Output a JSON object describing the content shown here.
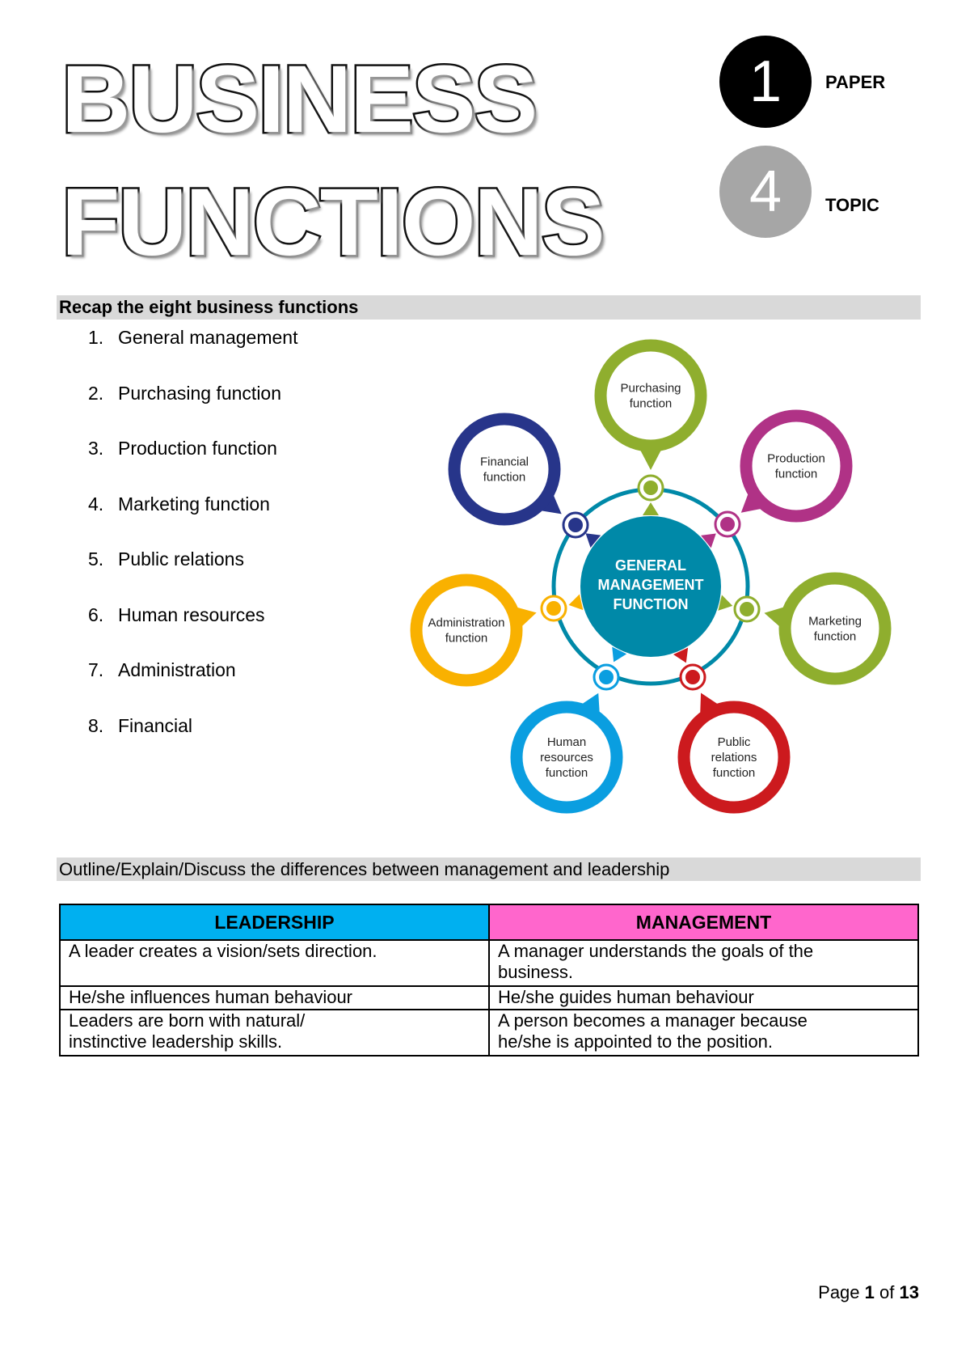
{
  "header": {
    "title_line1": "BUSINESS",
    "title_line2": "FUNCTIONS",
    "paper_number": "1",
    "paper_label": "PAPER",
    "topic_number": "4",
    "topic_label": "TOPIC"
  },
  "recap": {
    "heading": "Recap the eight business functions",
    "items": [
      {
        "num": "1.",
        "label": "General management"
      },
      {
        "num": "2.",
        "label": "Purchasing function"
      },
      {
        "num": "3.",
        "label": "Production function"
      },
      {
        "num": "4.",
        "label": "Marketing function"
      },
      {
        "num": "5.",
        "label": "Public relations"
      },
      {
        "num": "6.",
        "label": "Human resources"
      },
      {
        "num": "7.",
        "label": "Administration"
      },
      {
        "num": "8.",
        "label": "Financial"
      }
    ]
  },
  "diagram": {
    "center_lines": [
      "GENERAL",
      "MANAGEMENT",
      "FUNCTION"
    ],
    "center_color": "#0089a8",
    "petals": [
      {
        "lines": [
          "Purchasing",
          "function"
        ],
        "color": "#8fae2e"
      },
      {
        "lines": [
          "Production",
          "function"
        ],
        "color": "#b03286"
      },
      {
        "lines": [
          "Marketing",
          "function"
        ],
        "color": "#8fae2e"
      },
      {
        "lines": [
          "Public",
          "relations",
          "function"
        ],
        "color": "#cc1a1e"
      },
      {
        "lines": [
          "Human",
          "resources",
          "function"
        ],
        "color": "#0a9ee0"
      },
      {
        "lines": [
          "Administration",
          "function"
        ],
        "color": "#f9b100"
      },
      {
        "lines": [
          "Financial",
          "function"
        ],
        "color": "#27358a"
      }
    ]
  },
  "comparison": {
    "heading": "Outline/Explain/Discuss the differences between management and leadership",
    "columns": [
      {
        "label": "LEADERSHIP",
        "color": "#00b0f0"
      },
      {
        "label": "MANAGEMENT",
        "color": "#ff66cc"
      }
    ],
    "rows": [
      [
        "A leader creates a vision/sets direction.",
        "A manager understands the goals of the business."
      ],
      [
        "He/she influences human behaviour",
        "He/she guides human behaviour"
      ],
      [
        "Leaders are born with natural/ instinctive leadership skills.",
        "A person becomes a manager because he/she is appointed to the position."
      ]
    ]
  },
  "footer": {
    "page_prefix": "Page",
    "page": "1",
    "of": "of",
    "total": "13"
  }
}
